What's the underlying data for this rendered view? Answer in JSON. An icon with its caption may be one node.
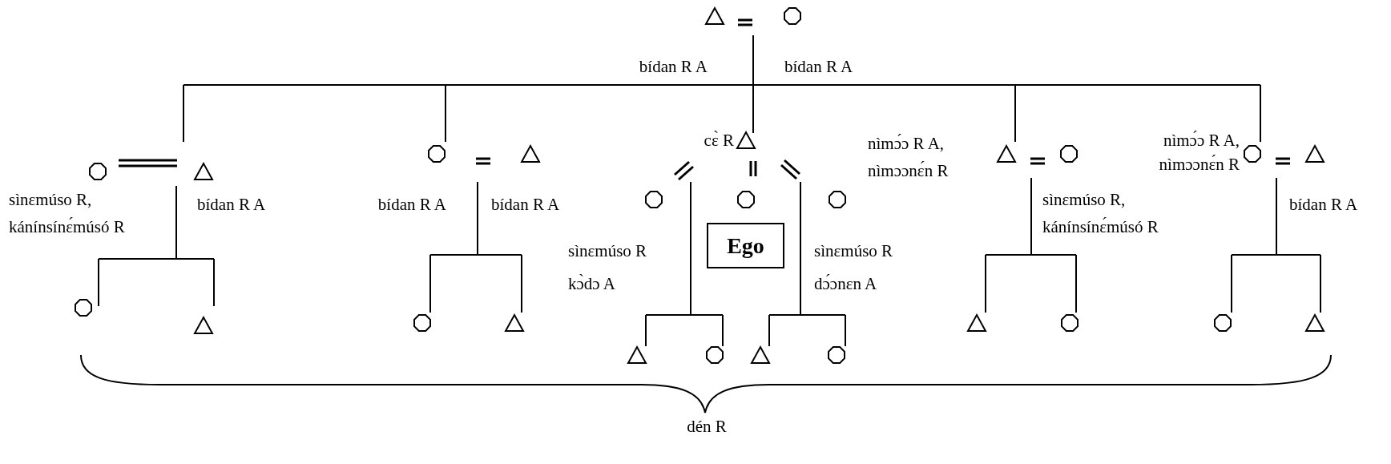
{
  "diagram": {
    "nodes": [
      {
        "text": [
          "Ego"
        ]
      }
    ],
    "edges": [],
    "labels": [
      "bídan R A",
      "bídan R A",
      "cɛ̀ R",
      "nìmɔ́ɔ R A, nìmɔɔnɛ́n R",
      "nìmɔ́ɔ R A, nìmɔɔnɛ́n R",
      "sìnɛmúso R, kánínsínɛ́músó R",
      "bídan R A",
      "bídan R A",
      "bídan R A",
      "sìnɛmúso R, kánínsínɛ́músó R",
      "bídan R A",
      "sìnɛmúso R",
      "kɔ̀dɔ A",
      "sìnɛmúso R",
      "dɔ́ɔnɛn A",
      "dén R"
    ]
  }
}
